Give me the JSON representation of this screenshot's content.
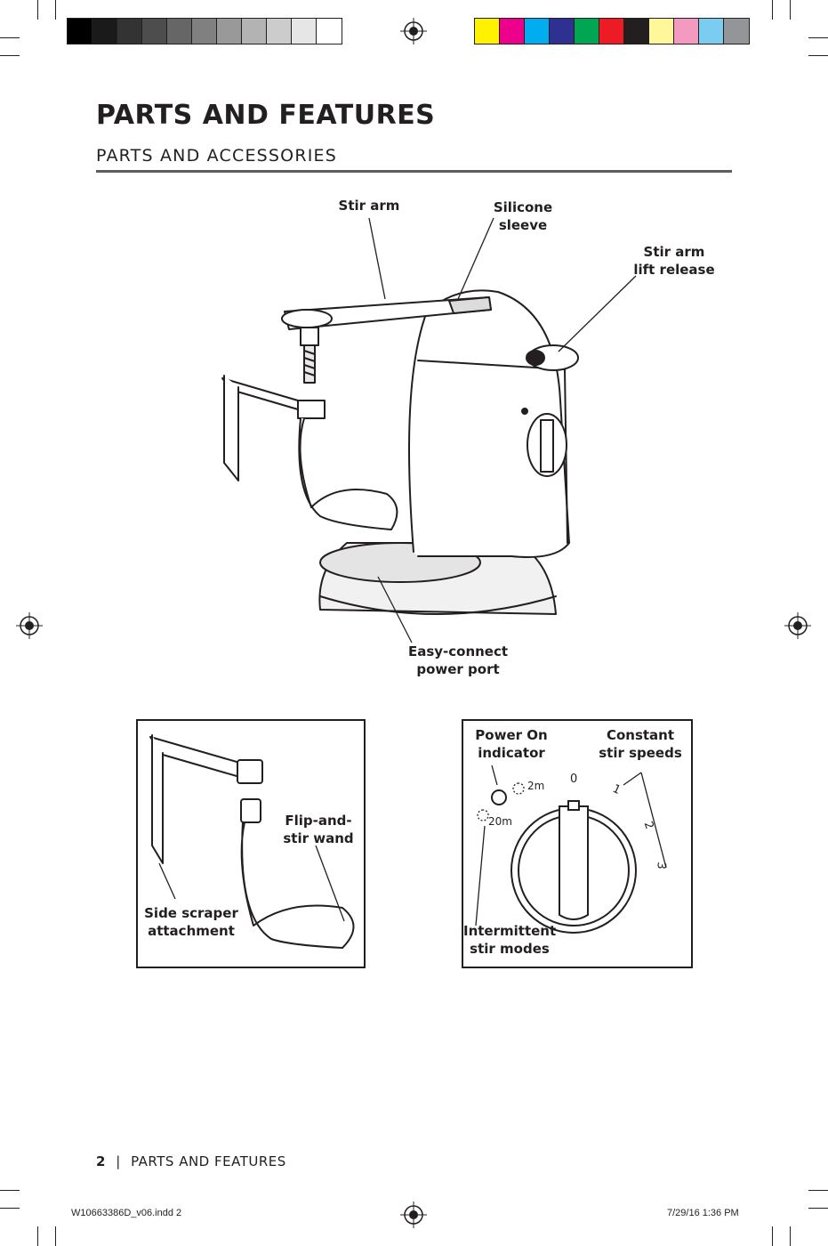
{
  "page": {
    "title": "PARTS AND FEATURES",
    "subtitle": "PARTS AND ACCESSORIES"
  },
  "callouts": {
    "stir_arm": "Stir arm",
    "silicone_sleeve_1": "Silicone",
    "silicone_sleeve_2": "sleeve",
    "lift_release_1": "Stir arm",
    "lift_release_2": "lift release",
    "power_port_1": "Easy-connect",
    "power_port_2": "power port",
    "flip_wand_1": "Flip-and-",
    "flip_wand_2": "stir wand",
    "side_scraper_1": "Side scraper",
    "side_scraper_2": "attachment",
    "power_on_1": "Power On",
    "power_on_2": "indicator",
    "constant_1": "Constant",
    "constant_2": "stir speeds",
    "intermittent_1": "Intermittent",
    "intermittent_2": "stir modes"
  },
  "dial": {
    "label_2m": "2m",
    "label_20m": "20m",
    "label_0": "0",
    "label_1": "1",
    "label_2": "2",
    "label_3": "3"
  },
  "footer": {
    "page_number": "2",
    "separator": "|",
    "section": "PARTS AND FEATURES",
    "file_slug": "W10663386D_v06.indd   2",
    "date_slug": "7/29/16   1:36 PM"
  },
  "colors": {
    "grayscale_bar": [
      "#000000",
      "#1a1a1a",
      "#333333",
      "#4d4d4d",
      "#666666",
      "#808080",
      "#999999",
      "#b3b3b3",
      "#cccccc",
      "#e6e6e6",
      "#ffffff"
    ],
    "color_bar": [
      "#fff200",
      "#ec008c",
      "#00aeef",
      "#2e3192",
      "#00a651",
      "#ed1c24",
      "#231f20",
      "#fff799",
      "#f49ac1",
      "#7accf0",
      "#939598"
    ],
    "text": "#231f20",
    "rule": "#5e5c5d"
  }
}
